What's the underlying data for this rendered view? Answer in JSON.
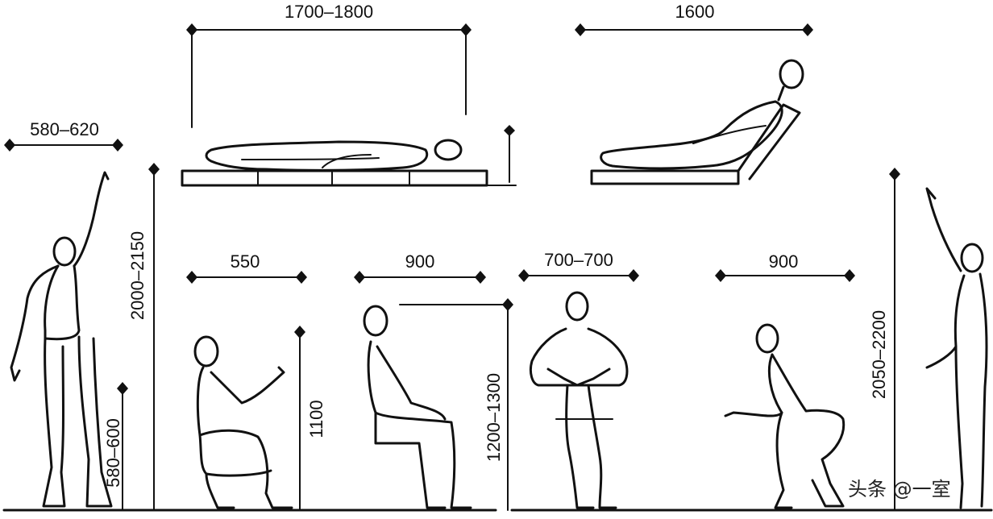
{
  "dimensions": {
    "bed_length": "1700–1800",
    "recliner_length": "1600",
    "shoulder_width": "580–620",
    "reach_height_left": "2000–2150",
    "hand_height": "580–600",
    "squat_width": "550",
    "squat_height": "1100",
    "chair_depth": "900",
    "seated_height": "1200–1300",
    "seated_front_width": "700–700",
    "crouch_width": "900",
    "reach_height_right": "2050–2200"
  },
  "watermark": "头条 @一室"
}
